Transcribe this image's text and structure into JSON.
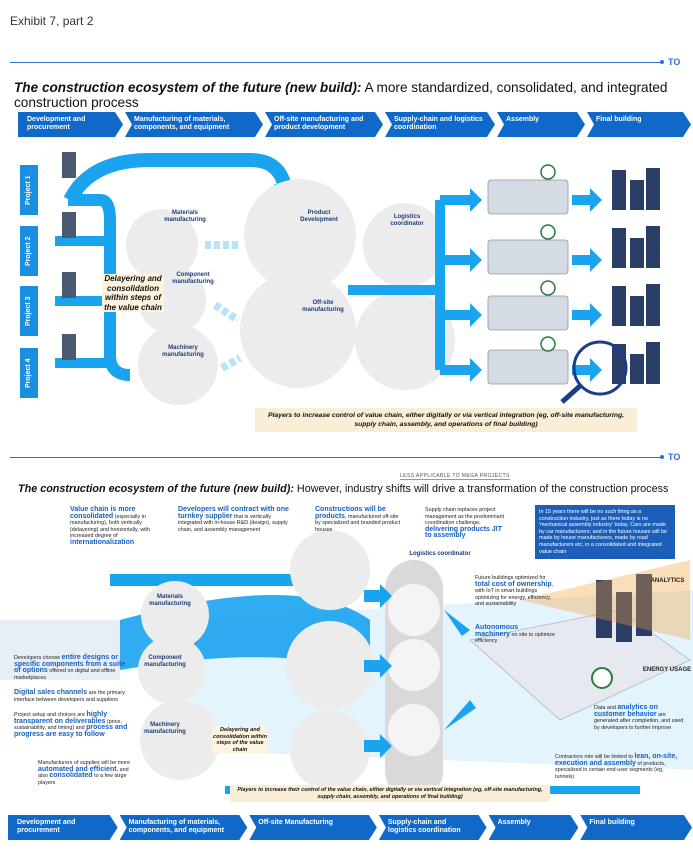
{
  "header": {
    "exhibit": "Exhibit 7, part 2",
    "to_marker": "TO"
  },
  "section1": {
    "title_bold": "The construction ecosystem of the future (new build):",
    "title_rest": " A more standardized, consolidated, and integrated construction process",
    "steps": [
      "Development and procurement",
      "Manufacturing of materials, components, and equipment",
      "Off-site manufacturing and product development",
      "Supply-chain and logistics coordination",
      "Assembly",
      "Final building"
    ],
    "projects": [
      "Project 1",
      "Project 2",
      "Project 3",
      "Project 4"
    ],
    "labels": {
      "materials": "Materials manufacturing",
      "component": "Component manufacturing",
      "machinery": "Machinery manufacturing",
      "product_dev": "Product Development",
      "offsite": "Off-site manufacturing",
      "logistics": "Logistics coordinator"
    },
    "delayering": "Delayering and consolidation within steps of the value chain",
    "banner": "Players to increase control of value chain, either digitally or via vertical integration (eg, off-site manufacturing, supply chain, assembly, and operations of final building)"
  },
  "section2": {
    "less_applicable": "LESS APPLICABLE TO MEGA PROJECTS",
    "title_bold": "The construction ecosystem of the future (new build):",
    "title_rest": " However, industry shifts will drive a transformation of the construction process",
    "notes": {
      "value_chain": {
        "bold": "Value chain is more consolidated",
        "text": " (especially in manufacturing), both vertically (delayering) and horizontally, with increased degree of ",
        "bold2": "internationalization"
      },
      "turnkey": {
        "bold": "Developers will contract with one turnkey supplier",
        "text": " that is vertically integrated with in-house R&D (design), supply chain, and assembly management"
      },
      "products": {
        "bold": "Constructions will be products",
        "text": ", manufactured off-site by specialized and branded product houses"
      },
      "supply_chain": {
        "text": "Supply chain replaces project management as the predominant coordination challenge, ",
        "bold": "delivering products JIT to assembly"
      },
      "fifteen_years": "In 15 years there will be no such thing as a construction industry, just as there today is no 'mechanical assembly industry' today. Cars are made by car manufacturers; and in the future houses will be made by house manufacturers, made by road manufacturers etc, in a consolidated and integrated value chain",
      "designs": {
        "text": "Developers choose ",
        "bold": "entire designs or specific components from a suite of options",
        "text2": " offered on digital and offline marketplaces"
      },
      "digital": {
        "bold": "Digital sales channels",
        "text": " are the primary interface between developers and suppliers"
      },
      "transparent": {
        "text": "Project setup and choices are ",
        "bold": "highly transparent on deliverables",
        "text2": " (price, sustainability, and timing) and ",
        "bold2": "process and progress are easy to follow"
      },
      "automated": {
        "text": "Manufacturers of supplies will be more ",
        "bold": "automated and efficient",
        "text2": ", and also ",
        "bold2": "consolidated",
        "text3": " to a few large players"
      },
      "future_buildings": {
        "text": "Future buildings optimized for ",
        "bold": "total cost of ownership",
        "text2": ", with IoT in smart buildings optimizing for energy, efficiency, and sustainability"
      },
      "autonomous": {
        "bold": "Autonomous machinery",
        "text": " on site to optimize efficiency"
      },
      "analytics": {
        "text": "Data and ",
        "bold": "analytics on customer behavior",
        "text2": " are generated after completion, and used by developers to further improve"
      },
      "contractors": {
        "text": "Contractors role will be limited to ",
        "bold": "lean, on-site, execution and assembly",
        "text2": " of products, specialized in certain end-user segments (eg, tunnels)"
      }
    },
    "labels": {
      "materials": "Materials manufacturing",
      "component": "Component manufacturing",
      "machinery": "Machinery manufacturing",
      "logistics": "Logistics coordinator",
      "energy": "ENERGY USAGE",
      "analytics_tag": "ANALYTICS"
    },
    "delayering": "Delayering and consolidation within steps of the value chain",
    "banner": "Players to increase their control of the value chain, either digitally or via vertical integration (eg, off-site manufacturing, supply chain, assembly, and operations of final building)",
    "steps": [
      "Development and procurement",
      "Manufacturing of materials, components, and equipment",
      "Off-site Manufacturing",
      "Supply-chain and logistics coordination",
      "Assembly",
      "Final building"
    ]
  },
  "colors": {
    "accent": "#1068c8",
    "arrow": "#1aa3ee",
    "banner": "#fbeed6"
  }
}
